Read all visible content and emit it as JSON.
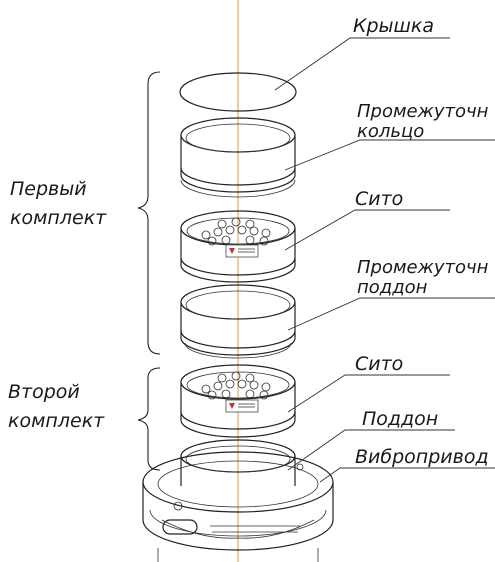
{
  "labels": {
    "lid": "Крышка",
    "intermediate_ring": [
      "Промежуточн",
      "кольцо"
    ],
    "sieve_1": "Сито",
    "intermediate_tray": [
      "Промежуточн",
      "поддон"
    ],
    "sieve_2": "Сито",
    "tray": "Поддон",
    "vibrodrive": "Вибропривод"
  },
  "groups": {
    "first_set": [
      "Первый",
      "комплект"
    ],
    "second_set": [
      "Второй",
      "комплект"
    ]
  },
  "colors": {
    "axis": "#e0a030",
    "lines": "#222222",
    "sticker": "#c0392b"
  }
}
